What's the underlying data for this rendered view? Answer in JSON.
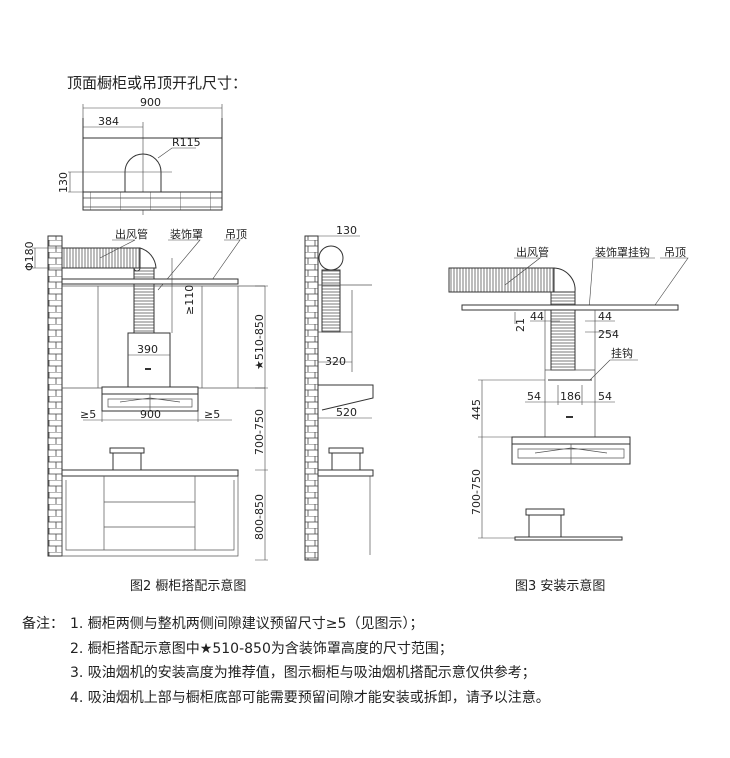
{
  "top_view": {
    "title": "顶面橱柜或吊顶开孔尺寸：",
    "dims": {
      "width": "900",
      "offset": "384",
      "radius": "R115",
      "height": "130"
    }
  },
  "figure2": {
    "caption": "图2  橱柜搭配示意图",
    "labels": {
      "duct": "出风管",
      "cover": "装饰罩",
      "ceiling": "吊顶"
    },
    "dims": {
      "duct_dia": "Φ180",
      "gap_top": "≥110",
      "cover_height": "★510-850",
      "cover_width": "390",
      "hood_width": "900",
      "gap_left": "≥5",
      "gap_right": "≥5",
      "hood_height": "700-750",
      "cabinet_height": "800-850",
      "side_duct": "130",
      "side_cover": "320",
      "side_hood": "520"
    }
  },
  "figure3": {
    "caption": "图3  安装示意图",
    "labels": {
      "duct": "出风管",
      "hook_cover": "装饰罩挂钩",
      "ceiling": "吊顶",
      "hook": "挂钩"
    },
    "dims": {
      "d21": "21",
      "d44_left": "44",
      "d44_right": "44",
      "d254": "254",
      "d54_left": "54",
      "d186": "186",
      "d54_right": "54",
      "d445": "445",
      "d700_750": "700-750"
    }
  },
  "notes": {
    "label": "备注：",
    "items": [
      "1. 橱柜两侧与整机两侧间隙建议预留尺寸≥5（见图示）；",
      "2. 橱柜搭配示意图中★510-850为含装饰罩高度的尺寸范围；",
      "3. 吸油烟机的安装高度为推荐值，图示橱柜与吸油烟机搭配示意仅供参考；",
      "4. 吸油烟机上部与橱柜底部可能需要预留间隙才能安装或拆卸，请予以注意。"
    ]
  }
}
